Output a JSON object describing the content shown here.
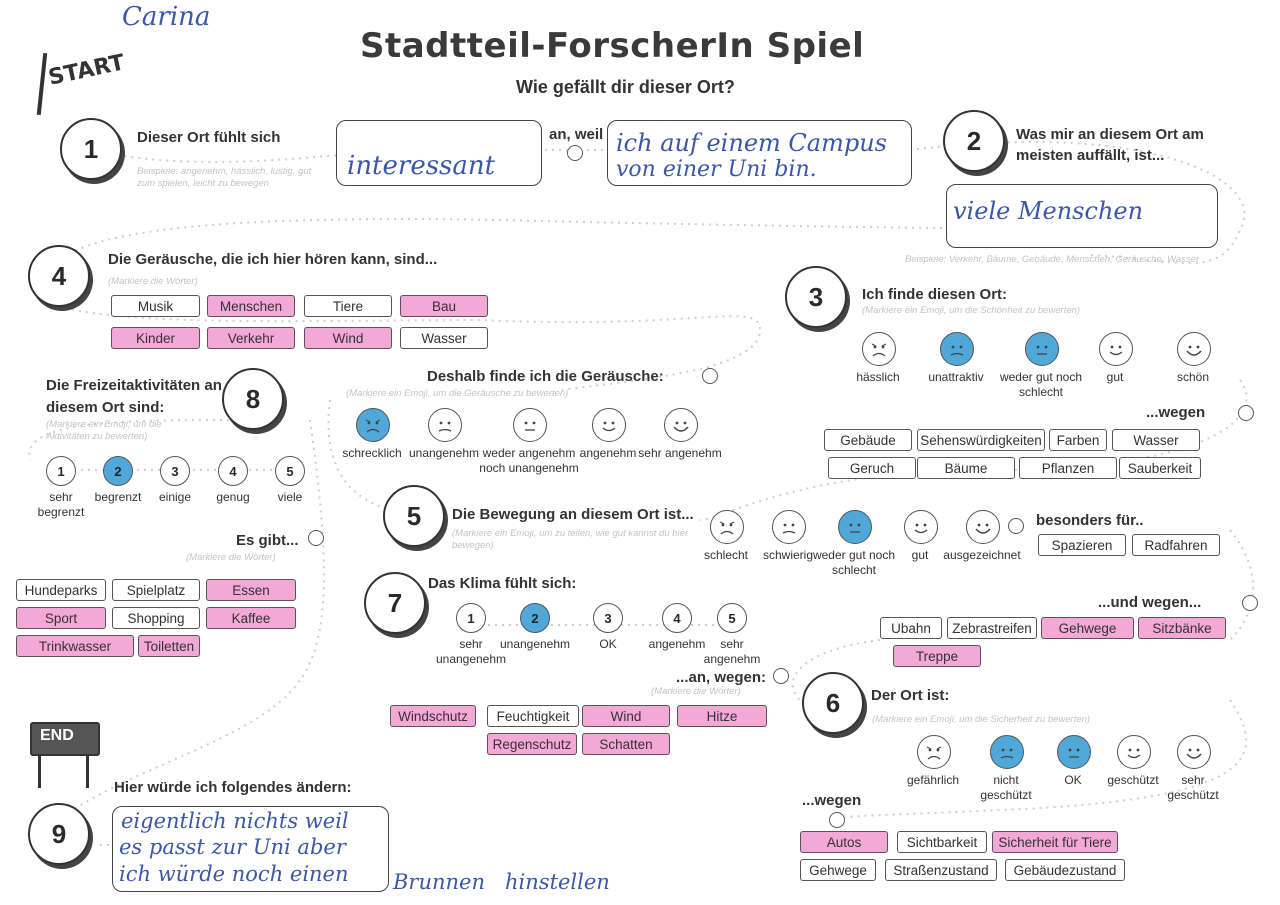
{
  "name_handwritten": "Carina",
  "start_label": "START",
  "end_label": "END",
  "title": "Stadtteil-ForscherIn Spiel",
  "subtitle": "Wie gefällt dir dieser Ort?",
  "colors": {
    "highlight": "#f3a8d6",
    "selected": "#4fa8d8",
    "ink": "#3b57a8"
  },
  "s1": {
    "num": "1",
    "question": "Dieser Ort fühlt sich",
    "hint": "Beispiele: angenehm, hässlich, lustig, gut zum spielen, leicht zu bewegen",
    "answer": "interessant",
    "connector": "an, weil",
    "reason_line1": "ich auf einem Campus",
    "reason_line2": "von einer Uni bin."
  },
  "s2": {
    "num": "2",
    "question_line1": "Was mir an diesem Ort am",
    "question_line2": "meisten auffällt, ist...",
    "answer": "viele Menschen",
    "hint": "Beispiele: Verkehr, Bäume, Gebäude, Menschen, Geräusche, Wasser"
  },
  "s3": {
    "num": "3",
    "question": "Ich finde diesen Ort:",
    "hint": "(Markiere ein Emoji, um die Schönheit zu bewerten)",
    "scale": [
      {
        "label": "hässlich",
        "mood": "sad"
      },
      {
        "label": "unattraktiv",
        "mood": "meh"
      },
      {
        "label": "weder gut noch schlecht",
        "mood": "neutral"
      },
      {
        "label": "gut",
        "mood": "smile"
      },
      {
        "label": "schön",
        "mood": "happy"
      }
    ],
    "selected": [
      1,
      2
    ],
    "wegen": "...wegen",
    "tags": [
      "Gebäude",
      "Sehenswürdigkeiten",
      "Farben",
      "Wasser",
      "Geruch",
      "Bäume",
      "Pflanzen",
      "Sauberkeit"
    ]
  },
  "s4": {
    "num": "4",
    "question": "Die Geräusche, die ich hier hören kann, sind...",
    "hint": "(Markiere die Wörter)",
    "tags": [
      {
        "label": "Musik",
        "hl": false
      },
      {
        "label": "Menschen",
        "hl": true
      },
      {
        "label": "Tiere",
        "hl": false
      },
      {
        "label": "Bau",
        "hl": true
      },
      {
        "label": "Kinder",
        "hl": true
      },
      {
        "label": "Verkehr",
        "hl": true
      },
      {
        "label": "Wind",
        "hl": true
      },
      {
        "label": "Wasser",
        "hl": false
      }
    ],
    "q2": "Deshalb finde ich die Geräusche:",
    "hint2": "(Markiere ein Emoji, um die Geräusche zu bewerten)",
    "scale": [
      {
        "label": "schrecklich",
        "mood": "sad"
      },
      {
        "label": "unangenehm",
        "mood": "meh"
      },
      {
        "label": "weder angenehm noch unangenehm",
        "mood": "neutral"
      },
      {
        "label": "angenehm",
        "mood": "smile"
      },
      {
        "label": "sehr angenehm",
        "mood": "happy"
      }
    ],
    "selected": [
      0
    ]
  },
  "s5": {
    "num": "5",
    "question": "Die Bewegung an diesem Ort ist...",
    "hint": "(Markiere ein Emoji, um zu teilen, wie gut kannst du hier bewegen)",
    "scale": [
      {
        "label": "schlecht",
        "mood": "sad"
      },
      {
        "label": "schwierig",
        "mood": "meh"
      },
      {
        "label": "weder gut noch schlecht",
        "mood": "neutral"
      },
      {
        "label": "gut",
        "mood": "smile"
      },
      {
        "label": "ausgezeichnet",
        "mood": "happy"
      }
    ],
    "selected": [
      2
    ],
    "besonders": "besonders für..",
    "tags1": [
      {
        "label": "Spazieren",
        "hl": false
      },
      {
        "label": "Radfahren",
        "hl": false
      }
    ],
    "und_wegen": "...und wegen...",
    "tags2": [
      {
        "label": "Ubahn",
        "hl": false
      },
      {
        "label": "Zebrastreifen",
        "hl": false
      },
      {
        "label": "Gehwege",
        "hl": true
      },
      {
        "label": "Sitzbänke",
        "hl": true
      },
      {
        "label": "Treppe",
        "hl": true
      }
    ]
  },
  "s6": {
    "num": "6",
    "question": "Der Ort ist:",
    "hint": "(Markiere ein Emoji, um die Sicherheit zu bewerten)",
    "scale": [
      {
        "label": "gefährlich",
        "mood": "sad"
      },
      {
        "label": "nicht geschützt",
        "mood": "meh"
      },
      {
        "label": "OK",
        "mood": "neutral"
      },
      {
        "label": "geschützt",
        "mood": "smile"
      },
      {
        "label": "sehr geschützt",
        "mood": "happy"
      }
    ],
    "selected": [
      1,
      2
    ],
    "wegen": "...wegen",
    "tags": [
      {
        "label": "Autos",
        "hl": true
      },
      {
        "label": "Sichtbarkeit",
        "hl": false
      },
      {
        "label": "Sicherheit für Tiere",
        "hl": true
      },
      {
        "label": "Gehwege",
        "hl": false
      },
      {
        "label": "Straßenzustand",
        "hl": false
      },
      {
        "label": "Gebäudezustand",
        "hl": false
      }
    ]
  },
  "s7": {
    "num": "7",
    "question": "Das Klima fühlt sich:",
    "scale": [
      {
        "n": "1",
        "label": "sehr unangenehm"
      },
      {
        "n": "2",
        "label": "unangenehm"
      },
      {
        "n": "3",
        "label": "OK"
      },
      {
        "n": "4",
        "label": "angenehm"
      },
      {
        "n": "5",
        "label": "sehr angenehm"
      }
    ],
    "selected": [
      1
    ],
    "an_wegen": "...an, wegen:",
    "hint": "(Markiere die Wörter)",
    "tags": [
      {
        "label": "Windschutz",
        "hl": true
      },
      {
        "label": "Feuchtigkeit",
        "hl": false
      },
      {
        "label": "Wind",
        "hl": true
      },
      {
        "label": "Hitze",
        "hl": true
      },
      {
        "label": "Regenschutz",
        "hl": true
      },
      {
        "label": "Schatten",
        "hl": true
      }
    ]
  },
  "s8": {
    "num": "8",
    "question_line1": "Die Freizeitaktivitäten an",
    "question_line2": "diesem Ort sind:",
    "hint": "(Markiere ein Emoji, um die Aktivitäten zu bewerten)",
    "scale": [
      {
        "n": "1",
        "label": "sehr begrenzt"
      },
      {
        "n": "2",
        "label": "begrenzt"
      },
      {
        "n": "3",
        "label": "einige"
      },
      {
        "n": "4",
        "label": "genug"
      },
      {
        "n": "5",
        "label": "viele"
      }
    ],
    "selected": [
      1
    ],
    "es_gibt": "Es gibt...",
    "hint2": "(Markiere die Wörter)",
    "tags": [
      {
        "label": "Hundeparks",
        "hl": false
      },
      {
        "label": "Spielplatz",
        "hl": false
      },
      {
        "label": "Essen",
        "hl": true
      },
      {
        "label": "Sport",
        "hl": true
      },
      {
        "label": "Shopping",
        "hl": false
      },
      {
        "label": "Kaffee",
        "hl": true
      },
      {
        "label": "Trinkwasser",
        "hl": true
      },
      {
        "label": "Toiletten",
        "hl": true
      }
    ]
  },
  "s9": {
    "num": "9",
    "question": "Hier würde ich folgendes ändern:",
    "line1": "eigentlich nichts weil",
    "line2": "es passt zur Uni aber",
    "line3": "ich würde noch einen",
    "overflow": "Brunnen   hinstellen"
  }
}
